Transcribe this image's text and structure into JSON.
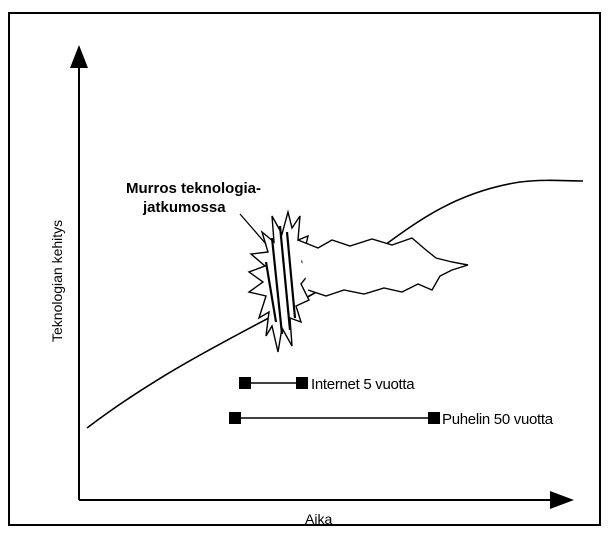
{
  "diagram": {
    "callout": {
      "line1": "Murros teknologia-",
      "line2": "jatkumossa"
    },
    "axes": {
      "y_label": "Teknologian kehitys",
      "x_label": "Aika"
    },
    "timelines": [
      {
        "label": "Internet 5 vuotta"
      },
      {
        "label": "Puhelin 50 vuotta"
      }
    ]
  }
}
